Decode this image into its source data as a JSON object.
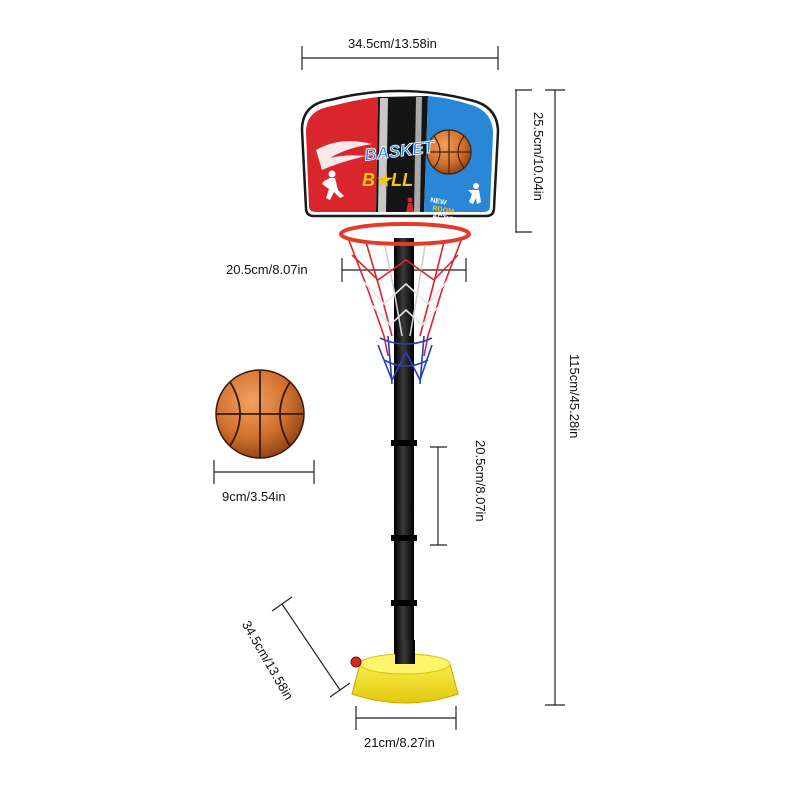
{
  "dimensions": {
    "backboard_width": "34.5cm/13.58in",
    "backboard_height": "25.5cm/10.04in",
    "rim_width": "20.5cm/8.07in",
    "total_height": "115cm/45.28in",
    "ball_diameter": "9cm/3.54in",
    "pole_section": "20.5cm/8.07in",
    "base_depth": "34.5cm/13.58in",
    "base_width": "21cm/8.27in"
  },
  "backboard_graphics": {
    "word_top": "BASKET",
    "word_bottom": "B★LL",
    "slogan_line1": "NEW",
    "slogan_line2": "ROOM",
    "slogan_line3": "ACTION"
  },
  "colors": {
    "board_red": "#d8262c",
    "board_blue": "#2a86d6",
    "board_black": "#141414",
    "rim": "#e23b2a",
    "ball": "#d0702e",
    "base": "#f2e218",
    "pole": "#111111"
  }
}
